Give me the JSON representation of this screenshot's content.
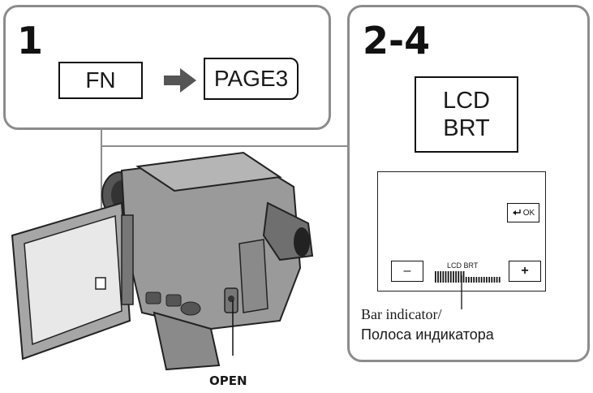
{
  "step1": {
    "number": "1",
    "fn_label": "FN",
    "page_label": "PAGE3"
  },
  "step2": {
    "number": "2-4",
    "lcd_label_line1": "LCD",
    "lcd_label_line2": "BRT",
    "screen": {
      "ok_label": "OK",
      "minus_label": "–",
      "plus_label": "+",
      "bar_title": "LCD BRT",
      "bar_level": 0.45
    },
    "caption_line1": "Bar indicator/",
    "caption_line2": "Полоса индикатора"
  },
  "camera": {
    "open_label": "OPEN"
  },
  "colors": {
    "panel_border": "#8c8c8c",
    "camera_body": "#9a9a9a",
    "camera_shade": "#6f6f6f"
  },
  "icons": [
    "arrow-right-icon",
    "return-icon"
  ]
}
